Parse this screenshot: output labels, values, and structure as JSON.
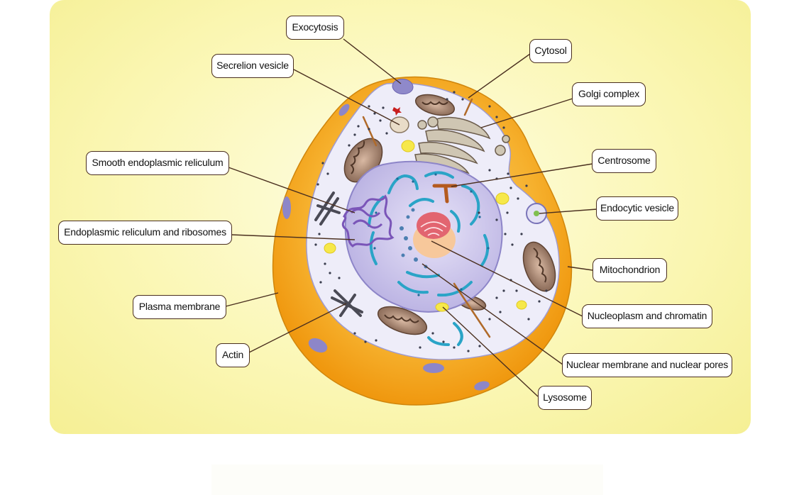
{
  "diagram": {
    "labels": {
      "exocytosis": "Exocytosis",
      "secretion_vesicle": "Secrelion vesicle",
      "cytosol": "Cytosol",
      "golgi_complex": "Golgi complex",
      "smooth_er": "Smooth endoplasmic reliculum",
      "centrosome": "Centrosome",
      "endocytic_vesicle": "Endocytic vesicle",
      "rough_er": "Endoplasmic reliculum and ribosomes",
      "mitochondrion": "Mitochondrion",
      "plasma_membrane": "Plasma membrane",
      "nucleoplasm": "Nucleoplasm and chromatin",
      "actin": "Actin",
      "nuclear_membrane": "Nuclear membrane and nuclear pores",
      "lysosome": "Lysosome"
    },
    "colors": {
      "background": "#f9f5b0",
      "cell_outer": "#f4a51f",
      "cytoplasm": "#ecebf8",
      "nucleus": "#c9c3ea",
      "er_blue": "#2ba7c9",
      "nucleolus": "#e4606a",
      "mitochondrion": "#8a6a58",
      "label_border": "#4a2f1f"
    }
  }
}
